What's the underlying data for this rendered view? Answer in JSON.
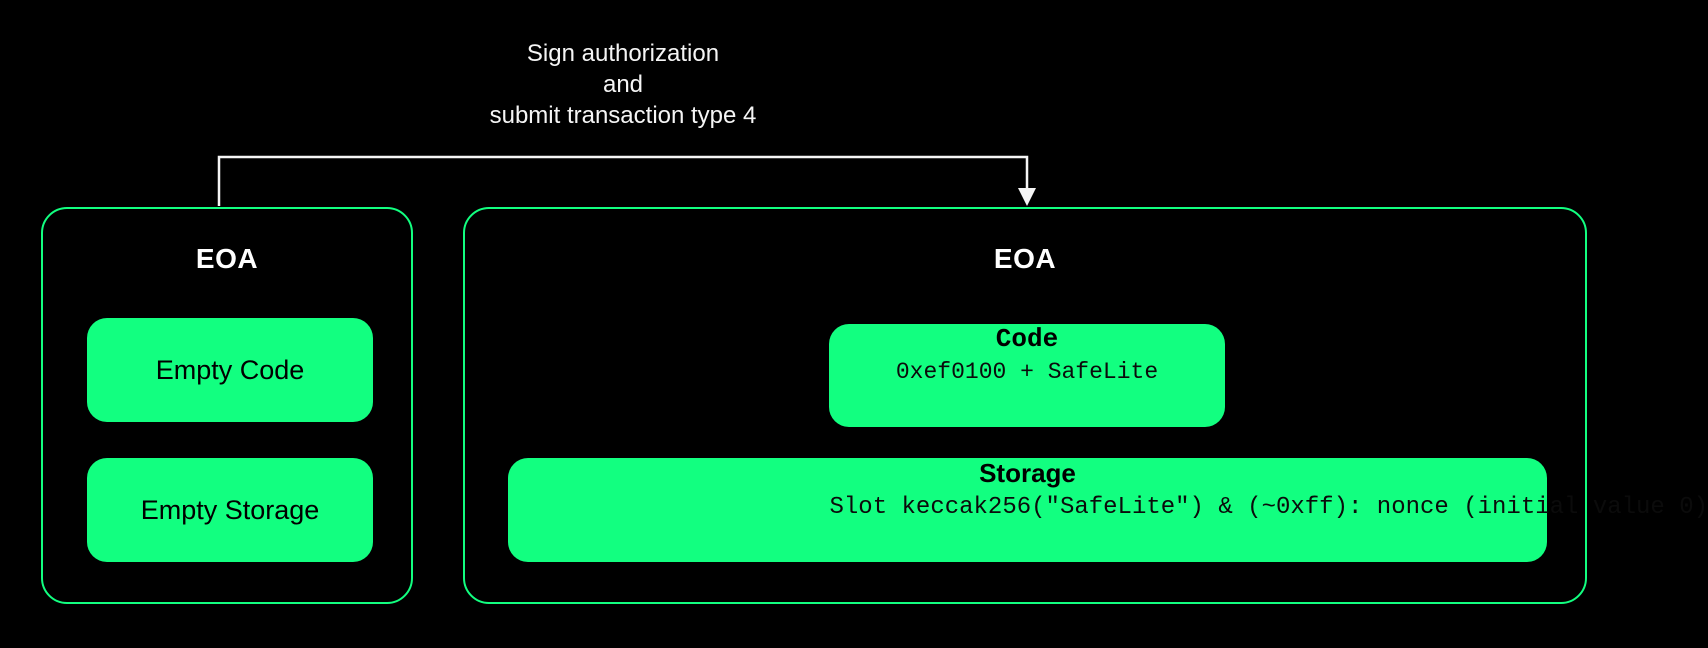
{
  "colors": {
    "background": "#000000",
    "green": "#12ff80",
    "panel_border": "#12ff80",
    "arrow": "#f5f5f5",
    "text_on_green": "#000000",
    "title_text": "#ffffff"
  },
  "annotation": {
    "text": "Sign authorization\nand\nsubmit transaction type 4"
  },
  "left_panel": {
    "title": "EOA",
    "chips": [
      {
        "label": "Empty Code"
      },
      {
        "label": "Empty Storage"
      }
    ]
  },
  "right_panel": {
    "title": "EOA",
    "chips": [
      {
        "heading": "Code",
        "code": "0xef0100 + SafeLite"
      },
      {
        "heading": "Storage",
        "code": "Slot keccak256(\"SafeLite\") & (~0xff): nonce (initial value 0)"
      }
    ]
  }
}
